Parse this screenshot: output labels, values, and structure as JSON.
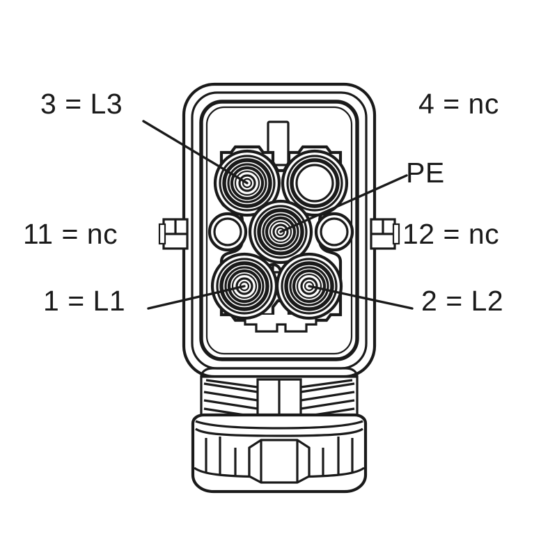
{
  "diagram": {
    "title": "Connector pin assignment (face view)",
    "subject": "circular-rectangular power connector front face",
    "callouts": [
      {
        "id": "pin3",
        "pin": "3",
        "assignment": "L3",
        "text": "3 = L3",
        "position": "top-left"
      },
      {
        "id": "pin4",
        "pin": "4",
        "assignment": "nc",
        "text": "4 = nc",
        "position": "top-right"
      },
      {
        "id": "pin11",
        "pin": "11",
        "assignment": "nc",
        "text": "11 = nc",
        "position": "middle-left"
      },
      {
        "id": "pin12",
        "pin": "12",
        "assignment": "nc",
        "text": "12 = nc",
        "position": "middle-right"
      },
      {
        "id": "pe",
        "pin": "PE",
        "assignment": "PE",
        "text": "PE",
        "position": "center-right"
      },
      {
        "id": "pin1",
        "pin": "1",
        "assignment": "L1",
        "text": "1 = L1",
        "position": "bottom-left"
      },
      {
        "id": "pin2",
        "pin": "2",
        "assignment": "L2",
        "text": "2 = L2",
        "position": "bottom-right"
      }
    ],
    "colors": {
      "line": "#1a1a1a",
      "background": "#ffffff",
      "text": "#1a1a1a"
    },
    "parts": {
      "housing": "rounded-rectangular-housing",
      "insert": "contact-carrier-insert",
      "keying_slot": "polarisation-keyway",
      "latch_left": "side-latch-left",
      "latch_right": "side-latch-right",
      "earth_symbol": "earth-marking",
      "thread": "threaded-neck",
      "gland_nut": "cable-gland-nut"
    }
  }
}
